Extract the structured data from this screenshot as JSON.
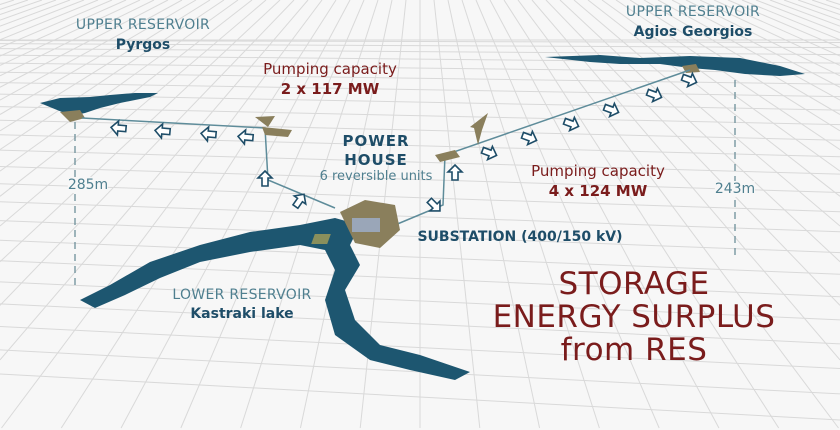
{
  "upper_left": {
    "caption": "UPPER RESERVOIR",
    "name": "Pyrgos"
  },
  "upper_right": {
    "caption": "UPPER RESERVOIR",
    "name": "Agios Georgios"
  },
  "pumping_left": {
    "label": "Pumping capacity",
    "value": "2 x 117 MW"
  },
  "pumping_right": {
    "label": "Pumping capacity",
    "value": "4 x 124 MW"
  },
  "power_house": {
    "line1": "POWER",
    "line2": "HOUSE",
    "sub": "6 reversible units"
  },
  "substation": "SUBSTATION (400/150 kV)",
  "lower": {
    "caption": "LOWER RESERVOIR",
    "name": "Kastraki lake"
  },
  "height_left": "285m",
  "height_right": "243m",
  "headline": {
    "line1": "STORAGE",
    "line2": "ENERGY SURPLUS",
    "line3": "from RES"
  },
  "colors": {
    "water": "#1d5670",
    "text_dark": "#1e4d68",
    "accent_red": "#7a1c1c",
    "structure": "#8a7f5c"
  }
}
